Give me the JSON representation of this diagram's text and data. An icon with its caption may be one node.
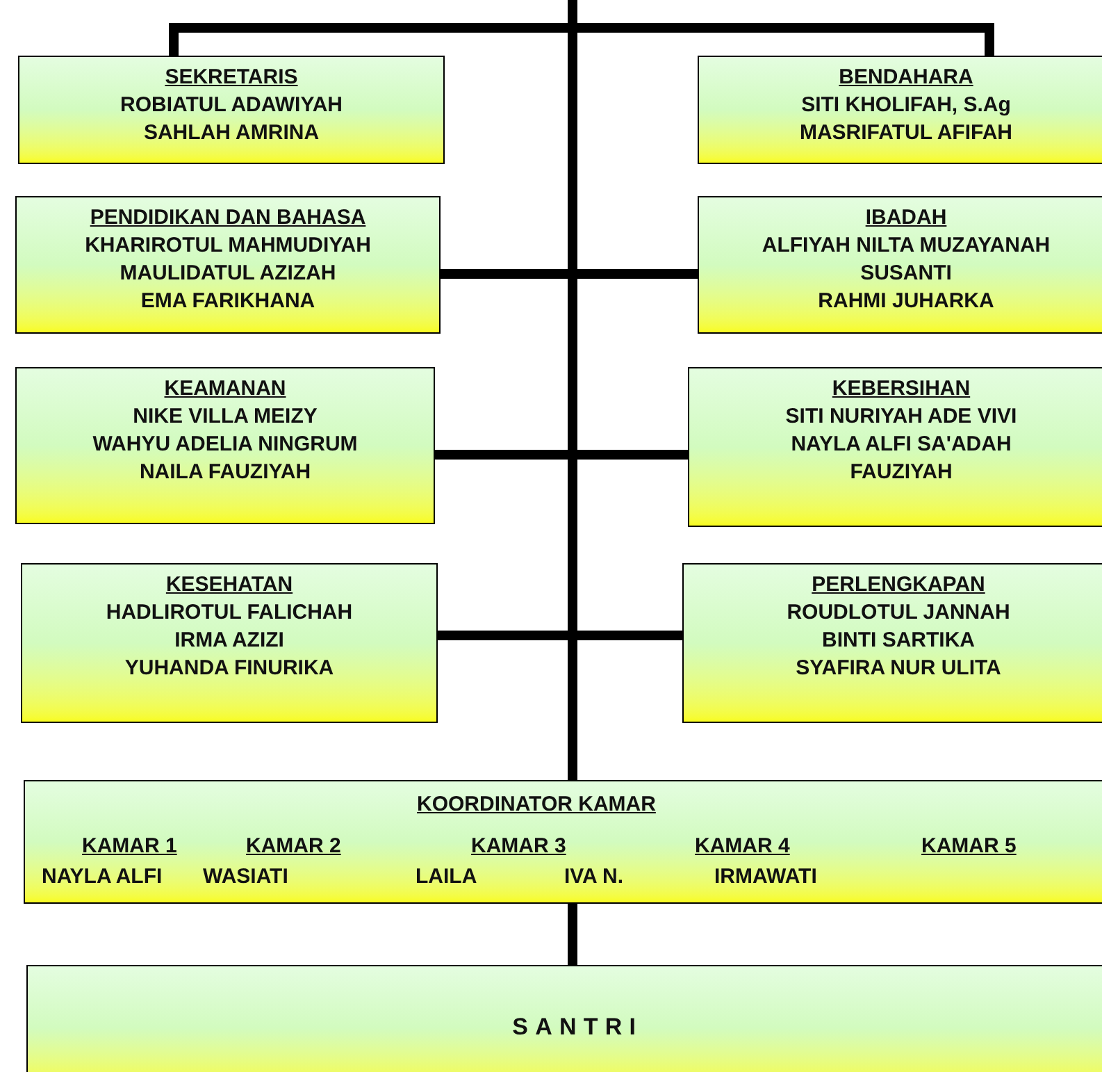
{
  "diagram": {
    "nodes": [
      {
        "text": [
          "SEKRETARIS",
          "ROBIATUL ADAWIYAH",
          "SAHLAH AMRINA"
        ]
      },
      {
        "text": [
          "BENDAHARA",
          "SITI KHOLIFAH, S.Ag",
          "MASRIFATUL AFIFAH"
        ]
      },
      {
        "text": [
          "PENDIDIKAN DAN BAHASA",
          "KHARIROTUL MAHMUDIYAH",
          "MAULIDATUL AZIZAH",
          "EMA FARIKHANA"
        ]
      },
      {
        "text": [
          "IBADAH",
          "ALFIYAH NILTA MUZAYANAH",
          "SUSANTI",
          "RAHMI JUHARKA"
        ]
      },
      {
        "text": [
          "KEAMANAN",
          "NIKE VILLA MEIZY",
          "WAHYU ADELIA NINGRUM",
          "NAILA FAUZIYAH"
        ]
      },
      {
        "text": [
          "KEBERSIHAN",
          "SITI NURIYAH ADE VIVI",
          "NAYLA ALFI SA'ADAH",
          "FAUZIYAH"
        ]
      },
      {
        "text": [
          "KESEHATAN",
          "HADLIROTUL FALICHAH",
          "IRMA AZIZI",
          "YUHANDA FINURIKA"
        ]
      },
      {
        "text": [
          "PERLENGKAPAN",
          "ROUDLOTUL JANNAH",
          "BINTI SARTIKA",
          "SYAFIRA NUR ULITA"
        ]
      },
      {
        "text": [
          "KOORDINATOR KAMAR",
          "KAMAR 1",
          "KAMAR 2",
          "KAMAR 3",
          "KAMAR 4",
          "KAMAR 5",
          "NAYLA ALFI",
          "WASIATI",
          "LAILA",
          "IVA N.",
          "IRMAWATI"
        ]
      },
      {
        "text": [
          "SANTRI"
        ]
      }
    ],
    "edges": [
      {
        "from": null,
        "to": 0,
        "arrow": "none"
      },
      {
        "from": null,
        "to": 1,
        "arrow": "none"
      },
      {
        "from": null,
        "to": 2,
        "arrow": "none"
      },
      {
        "from": null,
        "to": 3,
        "arrow": "none"
      },
      {
        "from": null,
        "to": 4,
        "arrow": "none"
      },
      {
        "from": null,
        "to": 5,
        "arrow": "none"
      },
      {
        "from": null,
        "to": 6,
        "arrow": "none"
      },
      {
        "from": null,
        "to": 7,
        "arrow": "none"
      },
      {
        "from": null,
        "to": 8,
        "arrow": "none"
      },
      {
        "from": 8,
        "to": 9,
        "arrow": "none"
      }
    ]
  }
}
